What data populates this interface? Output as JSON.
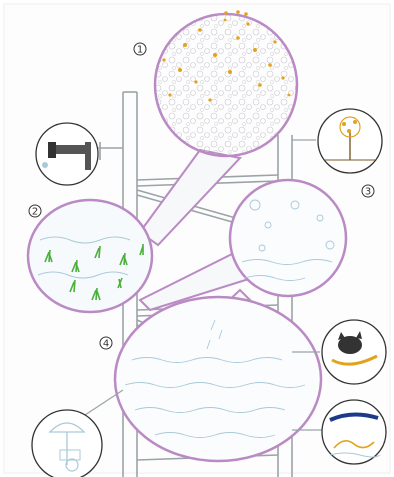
{
  "labels": {
    "n1": "1",
    "n2": "2",
    "n3": "3",
    "n4": "4"
  },
  "colors": {
    "outline": "#b98ac4",
    "frame": "#9aa4a8",
    "sketch": "#a9c9d8",
    "grass": "#4caf3a",
    "foam": "#e3a21c",
    "ink": "#333333"
  },
  "icons": [
    "tap-icon",
    "tree-icon",
    "cloud-icon",
    "beach-umbrella-icon",
    "cat-icon",
    "swimmer-icon"
  ]
}
